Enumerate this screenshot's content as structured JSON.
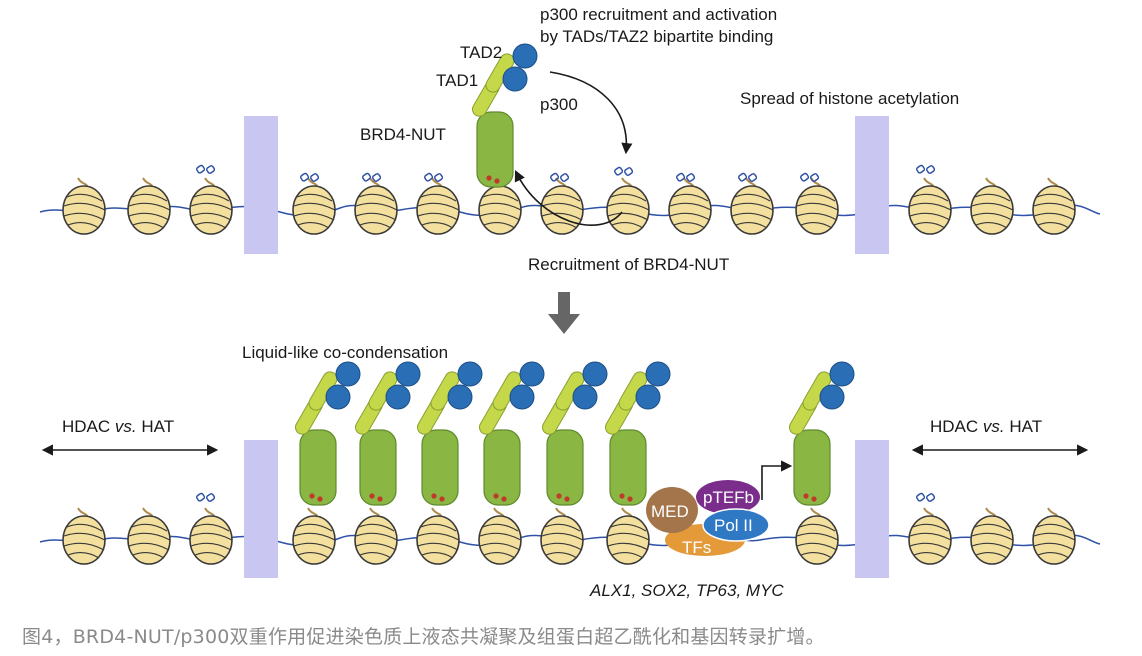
{
  "top_panel": {
    "label_recruitment_line1": "p300 recruitment and activation",
    "label_recruitment_line2": "by TADs/TAZ2 bipartite binding",
    "label_tad2": "TAD2",
    "label_tad1": "TAD1",
    "label_p300": "p300",
    "label_brd4_nut": "BRD4-NUT",
    "label_spread": "Spread of histone acetylation",
    "label_recruitment_brd4": "Recruitment of BRD4-NUT"
  },
  "bottom_panel": {
    "label_condensation": "Liquid-like co-condensation",
    "label_hdac_left_1": "HDAC ",
    "label_hdac_left_vs": "vs.",
    "label_hdac_left_2": " HAT",
    "label_hdac_right_1": "HDAC ",
    "label_hdac_right_vs": "vs.",
    "label_hdac_right_2": " HAT",
    "label_med": "MED",
    "label_ptefb": "pTEFb",
    "label_pol2": "Pol II",
    "label_tfs": "TFs",
    "label_genes": "ALX1, SOX2, TP63, MYC"
  },
  "caption": "图4，BRD4-NUT/p300双重作用促进染色质上液态共凝聚及组蛋白超乙酰化和基因转录扩增。",
  "colors": {
    "nucleosome_fill": "#f3df9e",
    "nucleosome_stroke": "#3a3a3a",
    "dna": "#2f52a8",
    "boundary": "#c9c6f1",
    "brd4": "#8ab644",
    "tad": "#c4d84a",
    "p300": "#2a6fb5",
    "med": "#a4754a",
    "ptefb": "#7b2d8c",
    "pol2": "#2f78c4",
    "tfs": "#e59a3a",
    "arrow_down": "#666666"
  }
}
